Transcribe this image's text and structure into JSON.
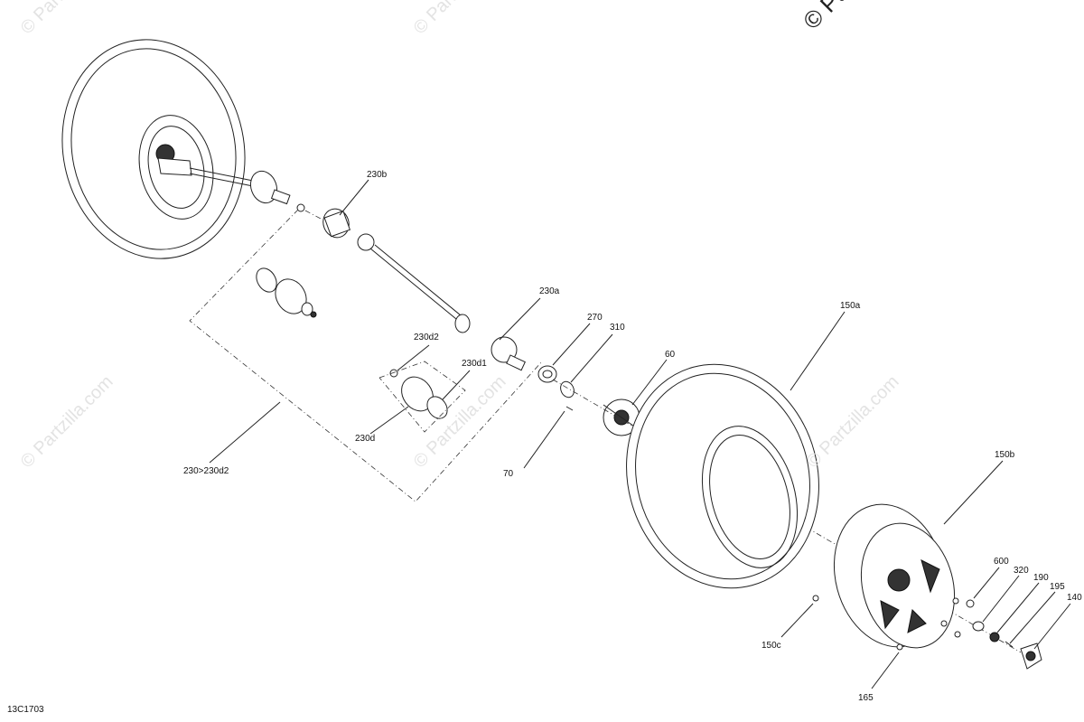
{
  "diagram": {
    "drawing_code": "13C1703",
    "copyright_mark": "© Pa",
    "watermark_text": "© Partzilla.com",
    "callouts": [
      {
        "id": "230b",
        "text": "230b"
      },
      {
        "id": "230a",
        "text": "230a"
      },
      {
        "id": "270",
        "text": "270"
      },
      {
        "id": "310",
        "text": "310"
      },
      {
        "id": "230d2",
        "text": "230d2"
      },
      {
        "id": "230d1",
        "text": "230d1"
      },
      {
        "id": "230d",
        "text": "230d"
      },
      {
        "id": "230-230d2",
        "text": "230>230d2"
      },
      {
        "id": "60",
        "text": "60"
      },
      {
        "id": "70",
        "text": "70"
      },
      {
        "id": "150a",
        "text": "150a"
      },
      {
        "id": "150b",
        "text": "150b"
      },
      {
        "id": "150c",
        "text": "150c"
      },
      {
        "id": "165",
        "text": "165"
      },
      {
        "id": "600",
        "text": "600"
      },
      {
        "id": "320",
        "text": "320"
      },
      {
        "id": "190",
        "text": "190"
      },
      {
        "id": "195",
        "text": "195"
      },
      {
        "id": "140",
        "text": "140"
      }
    ]
  }
}
